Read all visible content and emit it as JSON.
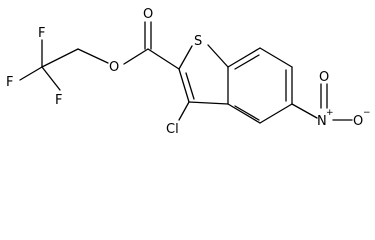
{
  "molecule": {
    "atoms": {
      "f_top": "F",
      "f_left": "F",
      "f_bottom": "F",
      "o_carbonyl": "O",
      "o_ester": "O",
      "sulfur": "S",
      "chlorine": "Cl",
      "nitro_n": "N",
      "nitro_n_charge": "+",
      "nitro_o_top": "O",
      "nitro_o_right": "O",
      "nitro_o_charge": "−"
    }
  }
}
